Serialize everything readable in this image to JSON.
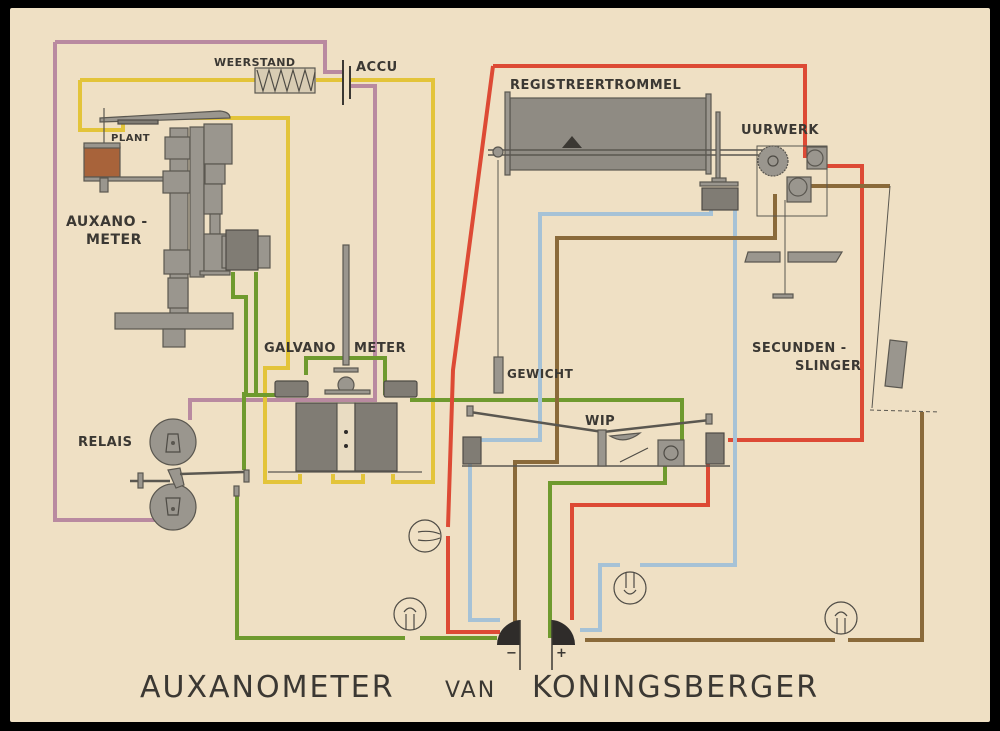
{
  "diagram": {
    "title_main": "AUXANOMETER",
    "title_van": "VAN",
    "title_author": "KONINGSBERGER",
    "labels": {
      "weerstand": "WEERSTAND",
      "accu": "ACCU",
      "plant": "PLANT",
      "auxanometer_line1": "AUXANO -",
      "auxanometer_line2": "METER",
      "galvanometer_part1": "GALVANO",
      "galvanometer_part2": "METER",
      "relais": "RELAIS",
      "registreertrommel": "REGISTREERTROMMEL",
      "uurwerk": "UURWERK",
      "gewicht": "GEWICHT",
      "wip": "WIP",
      "secundenslinger_line1": "SECUNDEN -",
      "secundenslinger_line2": "SLINGER",
      "terminal_minus": "−",
      "terminal_plus": "+"
    },
    "wire_colors": {
      "violet": "#b98aa0",
      "yellow": "#e3c43a",
      "green": "#6f9a2e",
      "red": "#dd4a35",
      "blue": "#a6c2d6",
      "brown": "#8a6a3a"
    },
    "component_colors": {
      "paper": "#efe0c4",
      "metal": "#9a968e",
      "plant_pot": "#a8633a",
      "terminal": "#2f2c2a",
      "text": "#3b3833"
    }
  }
}
